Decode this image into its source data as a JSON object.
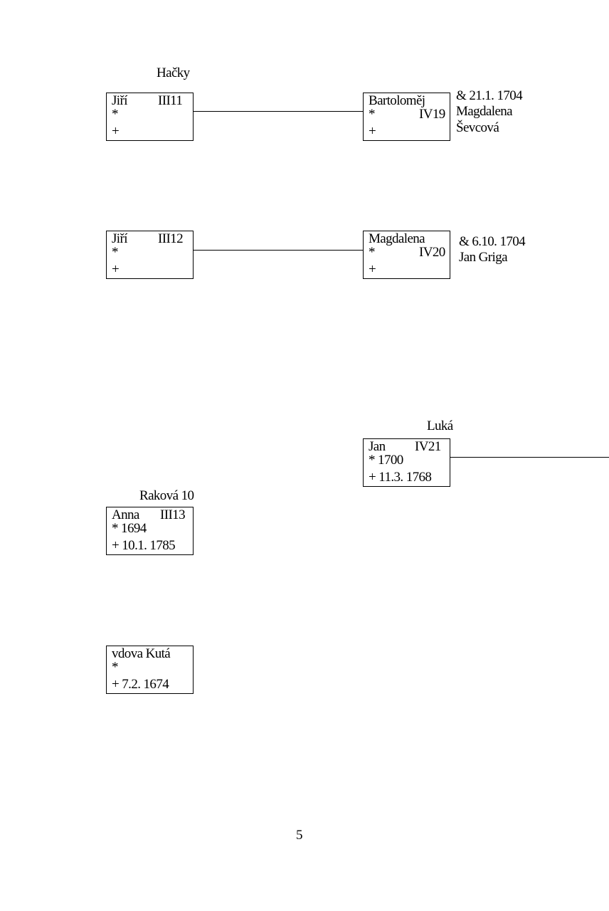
{
  "page_number": "5",
  "places": {
    "hacky": "Hačky",
    "luka": "Luká",
    "rakova": "Raková 10"
  },
  "persons": {
    "jiri_iii11": {
      "name": "Jiří",
      "code": "III11",
      "birth": "*",
      "death": "+"
    },
    "bartolomej_iv19": {
      "name": "Bartoloměj",
      "code": "IV19",
      "birth": "*",
      "death": "+"
    },
    "jiri_iii12": {
      "name": "Jiří",
      "code": "III12",
      "birth": "*",
      "death": "+"
    },
    "magdalena_iv20": {
      "name": "Magdalena",
      "code": "IV20",
      "birth": "*",
      "death": "+"
    },
    "jan_iv21": {
      "name": "Jan",
      "code": "IV21",
      "birth": "* 1700",
      "death": "+ 11.3. 1768"
    },
    "anna_iii13": {
      "name": "Anna",
      "code": "III13",
      "birth": "* 1694",
      "death": "+ 10.1. 1785"
    },
    "vdova_kuta": {
      "name": "vdova Kutá",
      "birth": "*",
      "death": "+ 7.2. 1674"
    }
  },
  "marriages": {
    "bartolomej": [
      "& 21.1. 1704",
      "Magdalena",
      "Ševcová"
    ],
    "magdalena": [
      "& 6.10. 1704",
      "Jan Griga"
    ]
  }
}
